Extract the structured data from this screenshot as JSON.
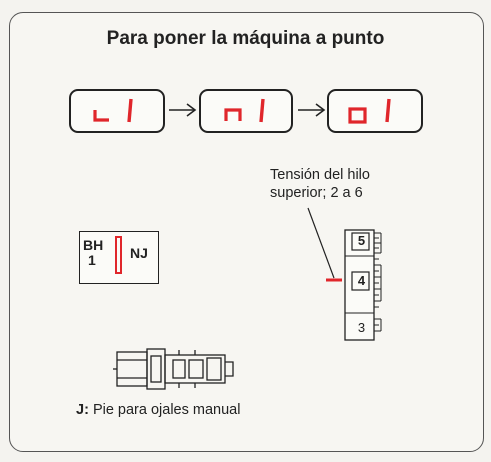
{
  "title": "Para poner la máquina a punto",
  "displays": [
    "L1",
    "n1",
    "o1"
  ],
  "tension": {
    "caption_line1": "Tensión del hilo",
    "caption_line2": "superior; 2 a 6",
    "dial_numbers": [
      "5",
      "4",
      "3"
    ]
  },
  "selector": {
    "left_top": "BH",
    "left_bottom": "1",
    "right": "NJ"
  },
  "foot": {
    "letter": "J:",
    "caption": "Pie para ojales manual"
  },
  "colors": {
    "accent": "#e0262b",
    "ink": "#222222",
    "background": "#f4f3ef"
  }
}
